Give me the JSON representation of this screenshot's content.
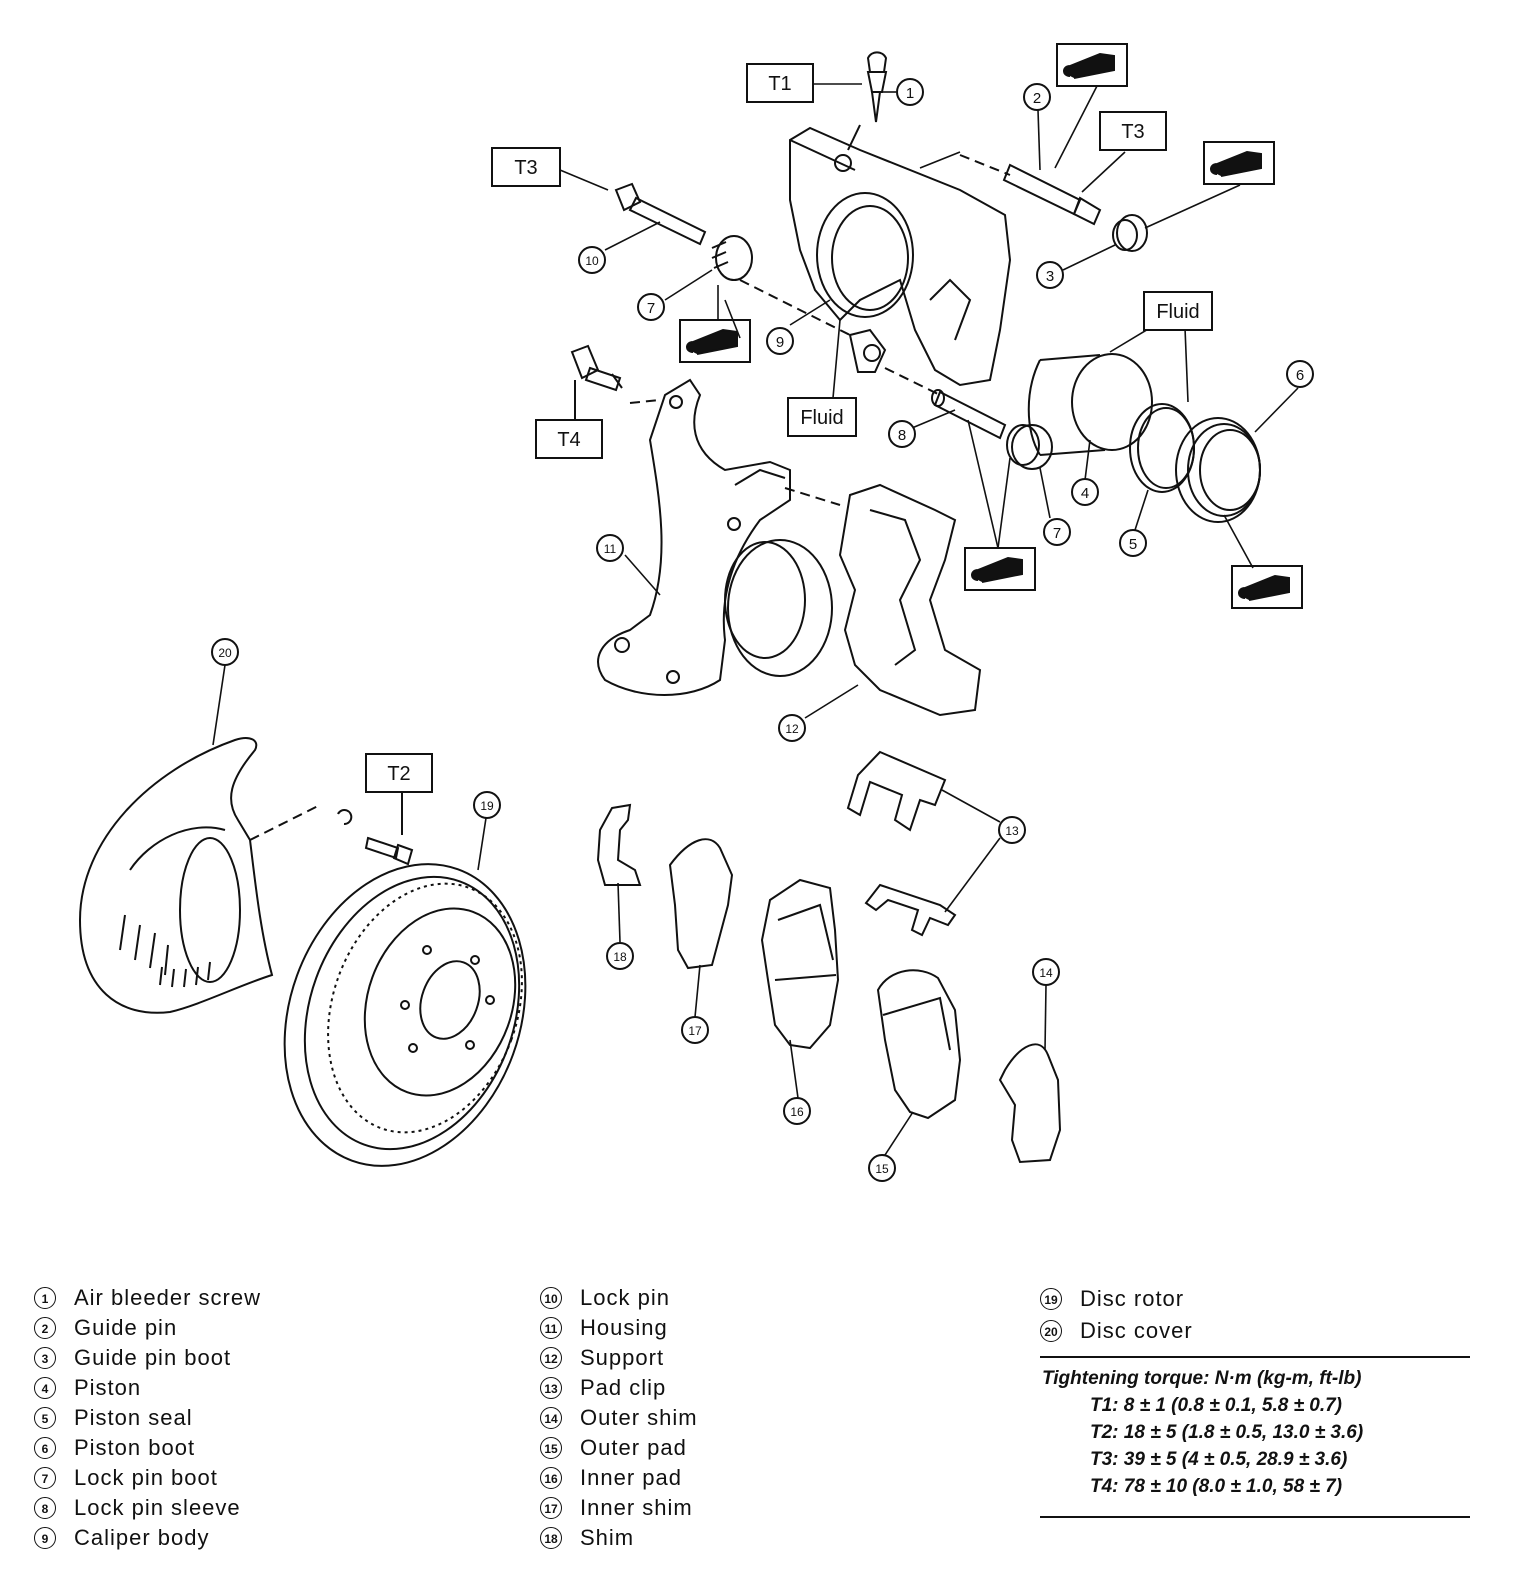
{
  "callouts": [
    "1",
    "2",
    "3",
    "4",
    "5",
    "6",
    "7",
    "8",
    "9",
    "10",
    "11",
    "12",
    "13",
    "14",
    "15",
    "16",
    "17",
    "18",
    "19",
    "20"
  ],
  "tags": {
    "t1": "T1",
    "t2": "T2",
    "t3": "T3",
    "t4": "T4",
    "fluid": "Fluid"
  },
  "legend": [
    {
      "num": "1",
      "label": "Air bleeder screw"
    },
    {
      "num": "2",
      "label": "Guide pin"
    },
    {
      "num": "3",
      "label": "Guide pin boot"
    },
    {
      "num": "4",
      "label": "Piston"
    },
    {
      "num": "5",
      "label": "Piston seal"
    },
    {
      "num": "6",
      "label": "Piston boot"
    },
    {
      "num": "7",
      "label": "Lock pin boot"
    },
    {
      "num": "8",
      "label": "Lock pin sleeve"
    },
    {
      "num": "9",
      "label": "Caliper body"
    },
    {
      "num": "10",
      "label": "Lock pin"
    },
    {
      "num": "11",
      "label": "Housing"
    },
    {
      "num": "12",
      "label": "Support"
    },
    {
      "num": "13",
      "label": "Pad clip"
    },
    {
      "num": "14",
      "label": "Outer shim"
    },
    {
      "num": "15",
      "label": "Outer pad"
    },
    {
      "num": "16",
      "label": "Inner pad"
    },
    {
      "num": "17",
      "label": "Inner shim"
    },
    {
      "num": "18",
      "label": "Shim"
    },
    {
      "num": "19",
      "label": "Disc rotor"
    },
    {
      "num": "20",
      "label": "Disc cover"
    }
  ],
  "torque": {
    "title": "Tightening torque: N·m (kg-m, ft-lb)",
    "t1": "T1: 8 ± 1 (0.8 ± 0.1, 5.8 ± 0.7)",
    "t2": "T2: 18 ± 5 (1.8 ± 0.5, 13.0 ± 3.6)",
    "t3": "T3: 39 ± 5 (4 ± 0.5, 28.9 ± 3.6)",
    "t4": "T4: 78 ± 10 (8.0 ± 1.0, 58 ± 7)"
  }
}
